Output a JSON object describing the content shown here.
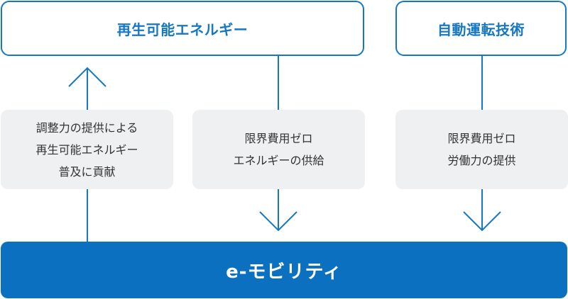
{
  "top": {
    "left_label": "再生可能エネルギー",
    "right_label": "自動運転技術"
  },
  "middle": {
    "left_lines": [
      "調整力の提供による",
      "再生可能エネルギー",
      "普及に貢献"
    ],
    "center_lines": [
      "限界費用ゼロ",
      "エネルギーの供給"
    ],
    "right_lines": [
      "限界費用ゼロ",
      "労働力の提供"
    ]
  },
  "bottom": {
    "label": "e-モビリティ"
  },
  "colors": {
    "accent": "#1677c3",
    "bottom_fill": "#0b70c0",
    "mid_fill": "#eef0f1",
    "text": "#333333"
  }
}
